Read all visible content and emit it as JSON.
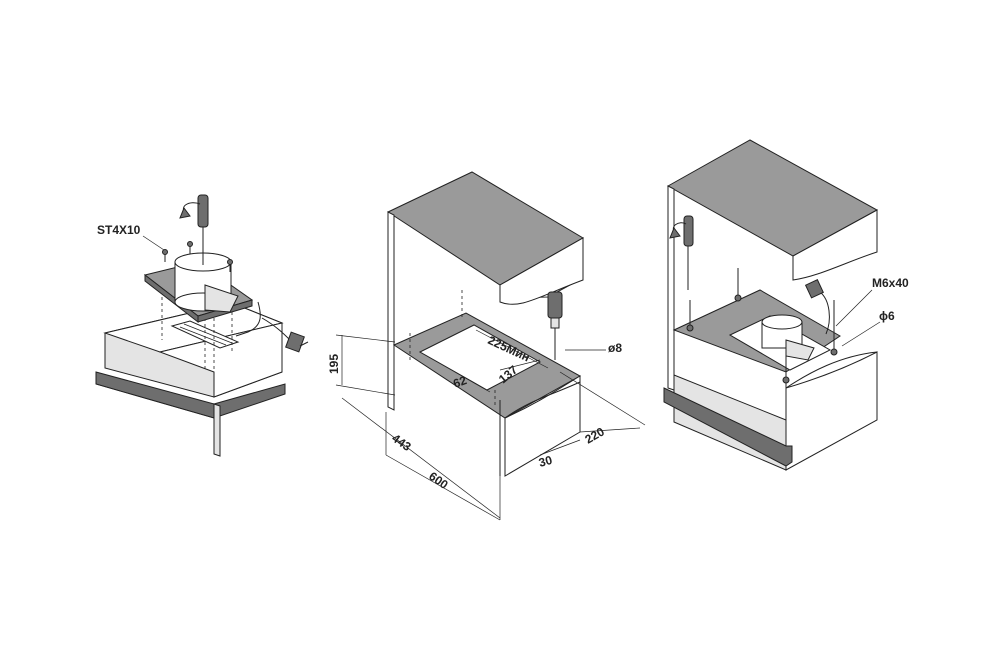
{
  "labels": {
    "screw_label": "ST4X10",
    "depth_min": "225Мин",
    "hole_diameter": "ø8",
    "height_195": "195",
    "dim_62": "62",
    "dim_137": "137",
    "dim_443": "443",
    "dim_600": "600",
    "dim_30": "30",
    "dim_220": "220",
    "bolt_label": "M6x40",
    "bolt_diameter": "ϕ6"
  },
  "colors": {
    "panel_gray": "#9a9a9a",
    "dark_gray": "#6e6e6e",
    "line": "#222222",
    "background": "#ffffff"
  }
}
